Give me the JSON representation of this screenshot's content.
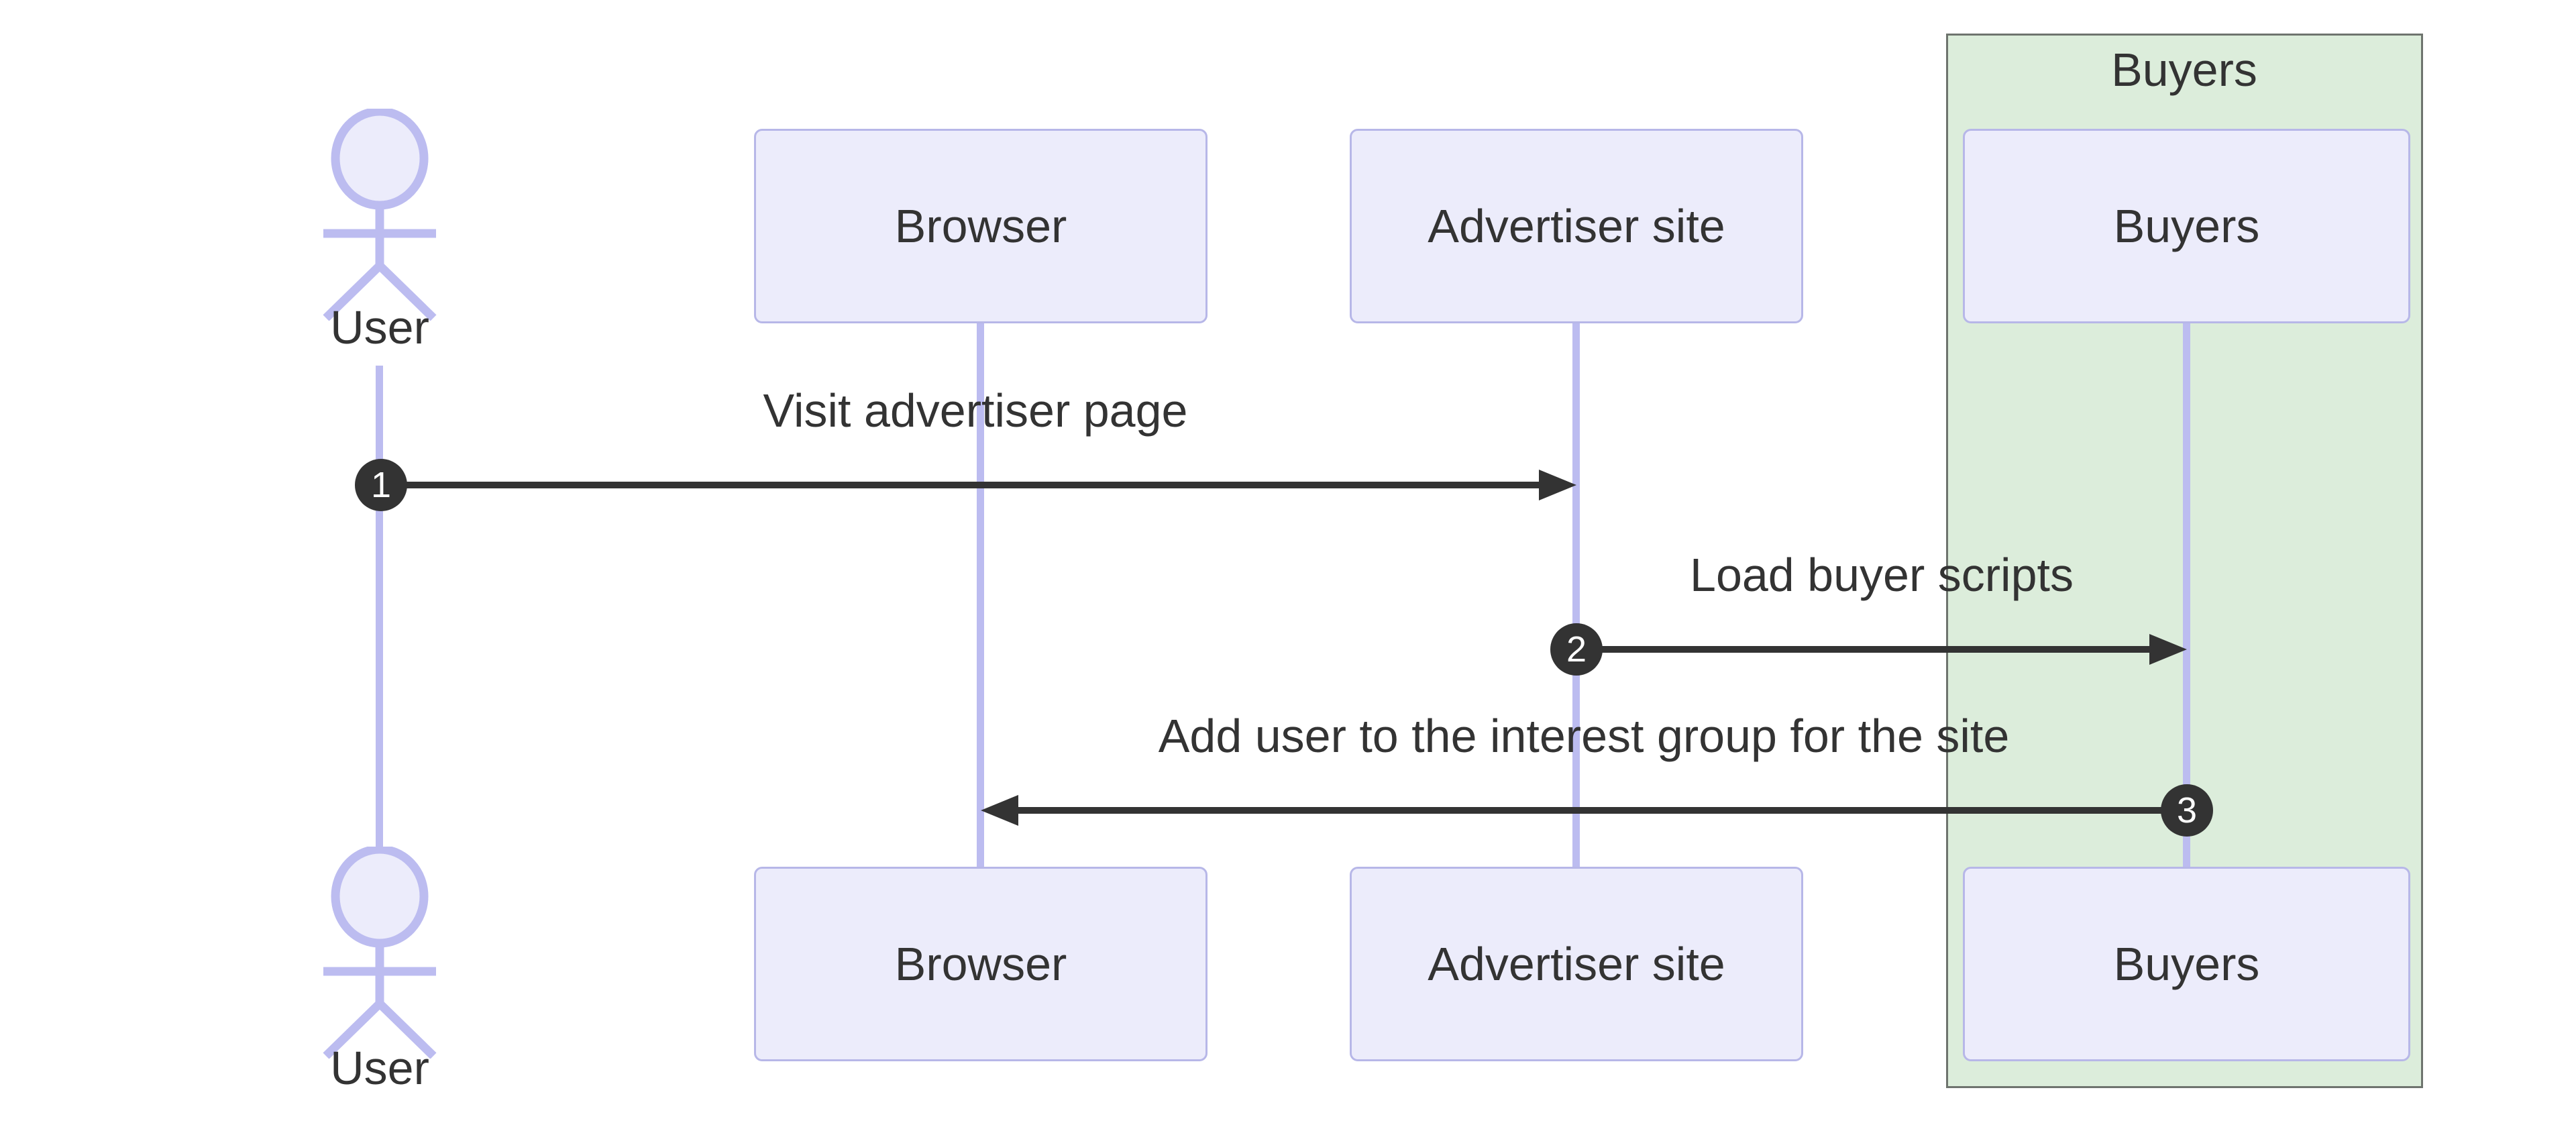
{
  "diagram": {
    "kind": "sequence-diagram",
    "actor": {
      "name": "User"
    },
    "participants": [
      {
        "name": "Browser"
      },
      {
        "name": "Advertiser site"
      },
      {
        "name": "Buyers"
      }
    ],
    "group": {
      "title": "Buyers",
      "contains": "Buyers"
    },
    "messages": [
      {
        "seq": "1",
        "text": "Visit advertiser page",
        "from": "User",
        "to": "Advertiser site",
        "arrow": "right"
      },
      {
        "seq": "2",
        "text": "Load buyer scripts",
        "from": "Advertiser site",
        "to": "Buyers",
        "arrow": "right"
      },
      {
        "seq": "3",
        "text": "Add user to the interest group for the site",
        "from": "Buyers",
        "to": "Browser",
        "arrow": "left"
      }
    ],
    "colors": {
      "background": "#ffffff",
      "text": "#333333",
      "participant_fill": "#ececfb",
      "participant_border": "#b7b7e8",
      "lifeline": "#bcbcf0",
      "group_fill": "#dceddb",
      "group_border": "#6e746e",
      "arrow": "#333333",
      "badge_fill": "#333333",
      "badge_text": "#ffffff"
    }
  }
}
